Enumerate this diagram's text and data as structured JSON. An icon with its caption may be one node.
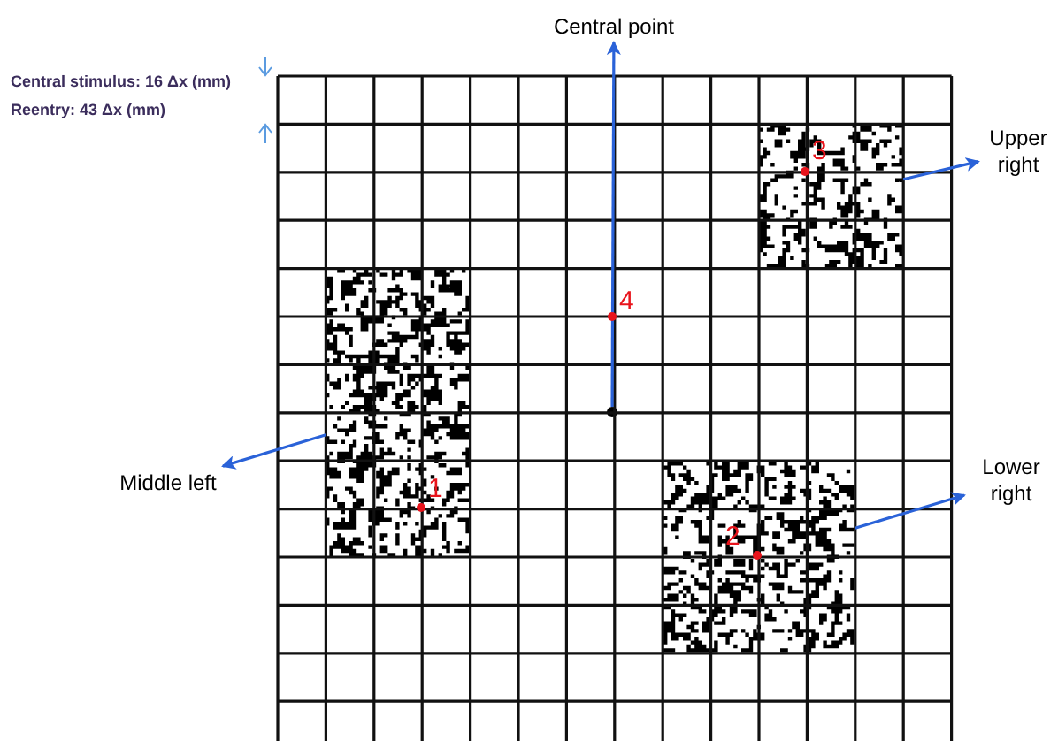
{
  "diagram": {
    "nodes": [
      {
        "text": [
          "Central point"
        ]
      },
      {
        "text": [
          "Upper right"
        ]
      },
      {
        "text": [],
        "shape": "picture"
      },
      {
        "text": [
          "Middle left"
        ]
      },
      {
        "text": [],
        "shape": "picture"
      },
      {
        "text": [],
        "shape": "circle"
      },
      {
        "text": [
          "Lower right"
        ]
      },
      {
        "text": [],
        "shape": "picture"
      }
    ],
    "edges": [
      {
        "from": 5,
        "to": 0,
        "arrow": "to"
      },
      {
        "from": 2,
        "to": 1,
        "arrow": "to"
      },
      {
        "from": 4,
        "to": 3,
        "arrow": "to"
      },
      {
        "from": 7,
        "to": 6,
        "arrow": "to"
      }
    ],
    "labels": [
      "Central stimulus: 16 Δx (mm)",
      "Reentry: 43 Δx (mm)",
      "3",
      "4",
      "1",
      "2"
    ]
  }
}
